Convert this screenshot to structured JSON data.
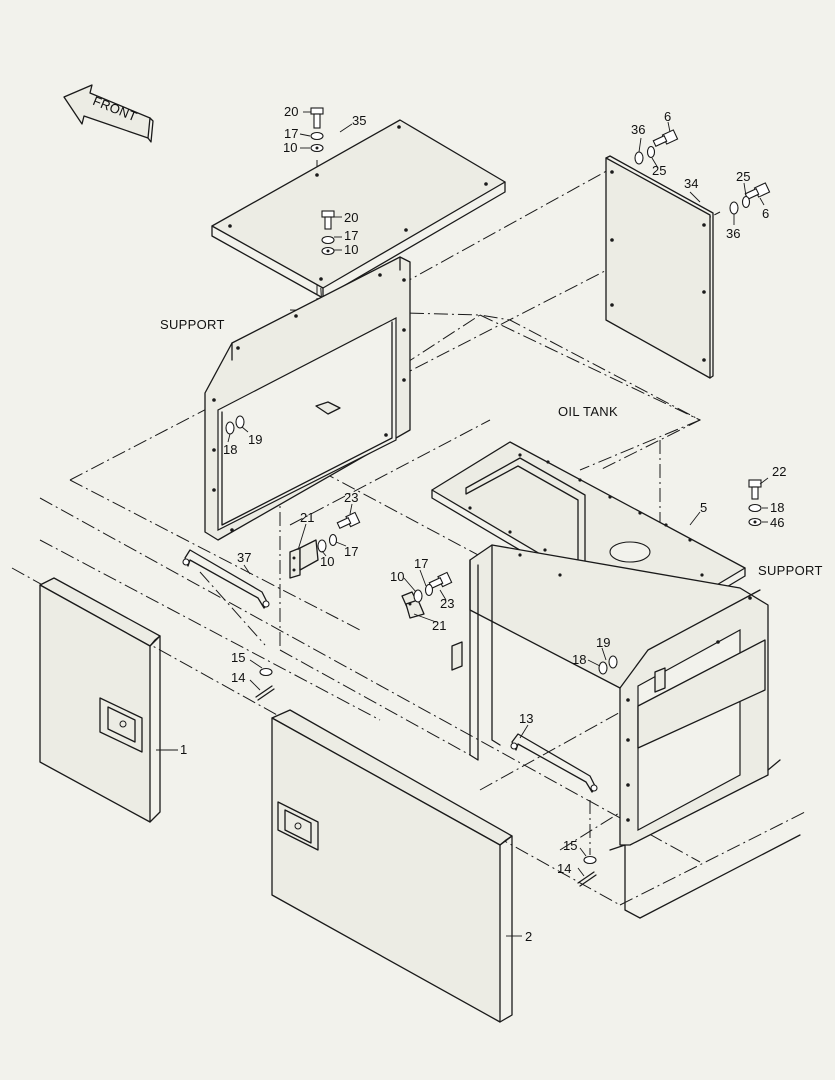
{
  "labels": {
    "front": "FRONT",
    "support_left": "SUPPORT",
    "support_right": "SUPPORT",
    "oil_tank": "OIL TANK"
  },
  "callouts": [
    {
      "id": "c1",
      "text": "1"
    },
    {
      "id": "c2",
      "text": "2"
    },
    {
      "id": "c5",
      "text": "5"
    },
    {
      "id": "c6a",
      "text": "6"
    },
    {
      "id": "c6b",
      "text": "6"
    },
    {
      "id": "c10a",
      "text": "10"
    },
    {
      "id": "c10b",
      "text": "10"
    },
    {
      "id": "c10c",
      "text": "10"
    },
    {
      "id": "c10d",
      "text": "10"
    },
    {
      "id": "c13",
      "text": "13"
    },
    {
      "id": "c14a",
      "text": "14"
    },
    {
      "id": "c14b",
      "text": "14"
    },
    {
      "id": "c15a",
      "text": "15"
    },
    {
      "id": "c15b",
      "text": "15"
    },
    {
      "id": "c17a",
      "text": "17"
    },
    {
      "id": "c17b",
      "text": "17"
    },
    {
      "id": "c17c",
      "text": "17"
    },
    {
      "id": "c17d",
      "text": "17"
    },
    {
      "id": "c18a",
      "text": "18"
    },
    {
      "id": "c18b",
      "text": "18"
    },
    {
      "id": "c18c",
      "text": "18"
    },
    {
      "id": "c19a",
      "text": "19"
    },
    {
      "id": "c19b",
      "text": "19"
    },
    {
      "id": "c20a",
      "text": "20"
    },
    {
      "id": "c20b",
      "text": "20"
    },
    {
      "id": "c21a",
      "text": "21"
    },
    {
      "id": "c21b",
      "text": "21"
    },
    {
      "id": "c22",
      "text": "22"
    },
    {
      "id": "c23a",
      "text": "23"
    },
    {
      "id": "c23b",
      "text": "23"
    },
    {
      "id": "c25a",
      "text": "25"
    },
    {
      "id": "c25b",
      "text": "25"
    },
    {
      "id": "c34",
      "text": "34"
    },
    {
      "id": "c35",
      "text": "35"
    },
    {
      "id": "c36a",
      "text": "36"
    },
    {
      "id": "c36b",
      "text": "36"
    },
    {
      "id": "c37",
      "text": "37"
    },
    {
      "id": "c46",
      "text": "46"
    }
  ]
}
